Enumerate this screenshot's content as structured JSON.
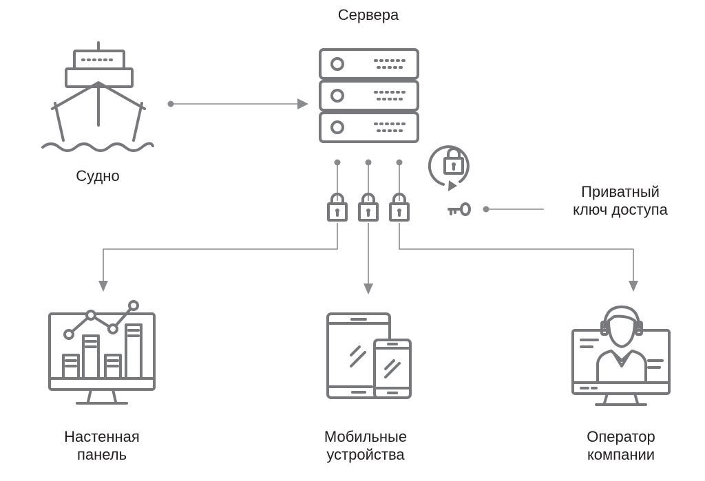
{
  "nodes": {
    "servers": {
      "label": "Сервера"
    },
    "ship": {
      "label": "Судно"
    },
    "private_key": {
      "line1": "Приватный",
      "line2": "ключ доступа"
    },
    "wall_panel": {
      "line1": "Настенная",
      "line2": "панель"
    },
    "mobile": {
      "line1": "Мобильные",
      "line2": "устройства"
    },
    "operator": {
      "line1": "Оператор",
      "line2": "компании"
    }
  },
  "colors": {
    "icon": "#77787b",
    "connector": "#8a8b8e",
    "text": "#231f20"
  }
}
